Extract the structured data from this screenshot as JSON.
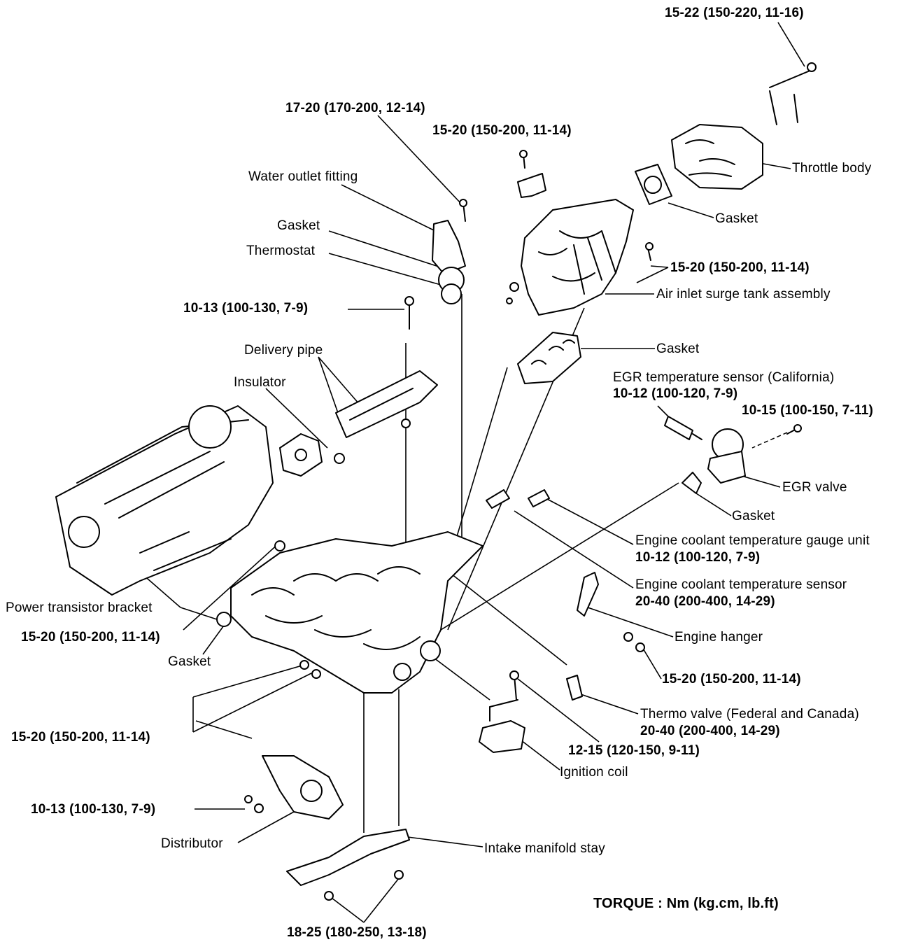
{
  "labels": {
    "throttle_bolt_torque": "15-22 (150-220, 11-16)",
    "water_outlet_bolt_torque": "17-20 (170-200, 12-14)",
    "bracket_bolt_torque": "15-20 (150-200, 11-14)",
    "water_outlet_fitting": "Water outlet fitting",
    "throttle_body": "Throttle body",
    "gasket_throttle": "Gasket",
    "gasket_water_outlet": "Gasket",
    "thermostat": "Thermostat",
    "surge_tank_bolt_torque": "15-20 (150-200, 11-14)",
    "air_inlet_surge_tank_assembly": "Air inlet surge tank assembly",
    "delivery_pipe_bolt_torque": "10-13 (100-130, 7-9)",
    "delivery_pipe": "Delivery pipe",
    "gasket_surge_tank": "Gasket",
    "insulator": "Insulator",
    "egr_temperature_sensor": "EGR temperature sensor (California)",
    "egr_sensor_torque": "10-12 (100-120, 7-9)",
    "egr_valve_torque": "10-15 (100-150, 7-11)",
    "egr_valve": "EGR valve",
    "gasket_egr": "Gasket",
    "coolant_gauge_unit": "Engine coolant temperature gauge unit",
    "coolant_gauge_unit_torque": "10-12 (100-120, 7-9)",
    "coolant_sensor": "Engine coolant temperature sensor",
    "coolant_sensor_torque": "20-40 (200-400, 14-29)",
    "power_transistor_bracket": "Power transistor bracket",
    "manifold_bolt_torque": "15-20 (150-200, 11-14)",
    "engine_hanger": "Engine hanger",
    "gasket_manifold": "Gasket",
    "hanger_bolt_torque": "15-20 (150-200, 11-14)",
    "thermo_valve": "Thermo valve (Federal and Canada)",
    "thermo_valve_torque": "20-40 (200-400, 14-29)",
    "lower_manifold_torque": "15-20 (150-200, 11-14)",
    "ignition_coil_torque": "12-15 (120-150, 9-11)",
    "ignition_coil": "Ignition coil",
    "distributor_torque": "10-13 (100-130, 7-9)",
    "distributor": "Distributor",
    "intake_manifold_stay": "Intake manifold stay",
    "torque_units": "TORQUE : Nm (kg.cm, lb.ft)",
    "stay_bolt_torque": "18-25 (180-250, 13-18)"
  }
}
